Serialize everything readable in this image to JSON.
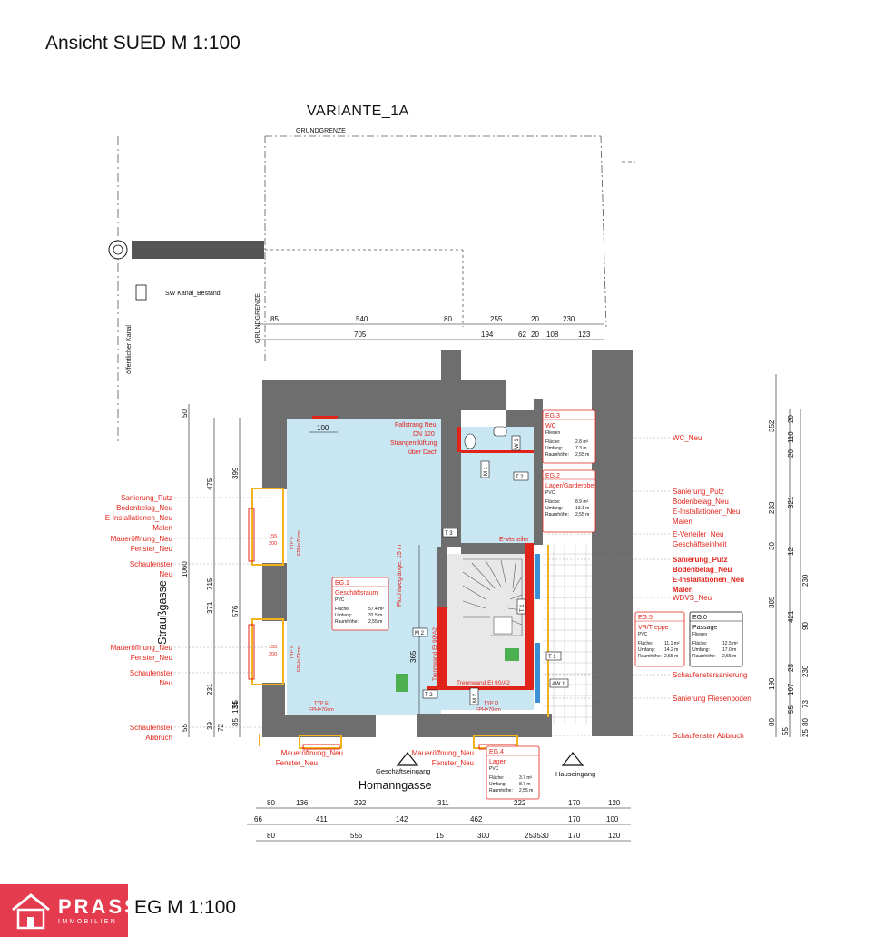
{
  "header": {
    "title": "Ansicht SUED M 1:100",
    "variant": "VARIANTE_1A"
  },
  "footer": {
    "title": "EG M 1:100",
    "logo_brand": "PRASSL",
    "logo_sub": "IMMOBILIEN"
  },
  "site": {
    "grundgrenze_top": "GRUNDGRENZE",
    "grundgrenze_side": "GRUNDGRENZE",
    "kanal": "öffentlicher Kanal",
    "sw_kanal": "SW Kanal_Bestand",
    "street_left": "Straußgasse",
    "street_bottom": "Homanngasse",
    "entrance_shop": "Geschäftseingang",
    "entrance_house": "Hauseingang"
  },
  "dims": {
    "top_row1": [
      "85",
      "540",
      "80",
      "255",
      "20",
      "230"
    ],
    "top_row2": [
      "705",
      "194",
      "62",
      "20",
      "108",
      "123"
    ],
    "bottom_row1": [
      "80",
      "136",
      "292",
      "311",
      "222",
      "170",
      "120"
    ],
    "bottom_row2": [
      "66",
      "411",
      "142",
      "462",
      "170",
      "100"
    ],
    "bottom_row3": [
      "80",
      "555",
      "15",
      "300",
      "253530",
      "170",
      "120"
    ],
    "left_inner": [
      "399",
      "715",
      "576",
      "134"
    ],
    "left_mid": [
      "475",
      "1060",
      "371",
      "231",
      "39"
    ],
    "left_outer": [
      "50",
      "55"
    ],
    "left_small": [
      "55",
      "72",
      "85"
    ],
    "right_outer": [
      "352",
      "233",
      "385",
      "190",
      "80",
      "55"
    ],
    "right_mid": [
      "321",
      "421",
      "107",
      "55"
    ],
    "right_inner": [
      "20",
      "110",
      "20",
      "30",
      "12",
      "230",
      "90",
      "23",
      "230",
      "73",
      "80",
      "25"
    ],
    "inner": [
      "100",
      "365"
    ]
  },
  "labels_left": [
    "Sanierung_Putz",
    "Bodenbelag_Neu",
    "E-Installationen_Neu",
    "Malen",
    "Maueröffnung_Neu",
    "Fenster_Neu",
    "Schaufenster",
    "Neu",
    "Maueröffnung_Neu",
    "Fenster_Neu",
    "Schaufenster",
    "Neu",
    "Schaufenster",
    "Abbruch"
  ],
  "labels_right": {
    "wc": "WC_Neu",
    "group1": [
      "Sanierung_Putz",
      "Bodenbelag_Neu",
      "E-Installationen_Neu",
      "Malen"
    ],
    "everteiler": [
      "E-Verteiler_Neu",
      "Geschäftseinheit"
    ],
    "group2": [
      "Sanierung_Putz",
      "Bodenbelag_Neu",
      "E-Installationen_Neu",
      "Malen"
    ],
    "wdvs": "WDVS_Neu",
    "schaufenstersanierung": "Schaufenstersanierung",
    "fliesenboden": "Sanierung Fliesenboden",
    "abbruch": "Schaufenster Abbruch"
  },
  "labels_bottom": {
    "left": [
      "Maueröffnung_Neu",
      "Fenster_Neu"
    ],
    "mid": [
      "Maueröffnung_Neu",
      "Fenster_Neu"
    ]
  },
  "inner_text": {
    "fallstrang": [
      "Fallstrang Neu",
      "DN 120",
      "Strangentlüftung",
      "über Dach"
    ],
    "everteiler": "E-Verteiler",
    "fluchtweg": "Fluchtweglänge: 15 m",
    "trennwand_v": "Trennwand EI 90/A2",
    "trennwand_h": "Trennwand EI 90/A2",
    "typ_e": "TYP E",
    "fph_e": "FPH=70cm",
    "typ_d": "TYP D",
    "fph_d": "FPH=70cm",
    "typ_f1": "TYP F",
    "fph_f1": "FPH=70cm",
    "typ_f2": "TYP F",
    "fph_f2": "FPH=70cm",
    "win1": [
      "155",
      "200"
    ],
    "win2": [
      "155",
      "200"
    ],
    "door_tags": [
      "T 3",
      "T 2",
      "T 1",
      "M 1",
      "M 2",
      "M 2",
      "T 2",
      "W 1",
      "AW 1",
      "T 1"
    ]
  },
  "rooms": [
    {
      "id": "EG.1",
      "name": "Geschäftsraum",
      "floor": "PVC",
      "flaeche_lbl": "Fläche:",
      "flaeche": "57.4 m²",
      "umfang_lbl": "Umfang:",
      "umfang": "32.5 m",
      "hoehe_lbl": "Raumhöhe:",
      "hoehe": "2,55 m",
      "color": "#e2231a"
    },
    {
      "id": "EG.3",
      "name": "WC",
      "floor": "Fliesen",
      "flaeche_lbl": "Fläche:",
      "flaeche": "2.8 m²",
      "umfang_lbl": "Umfang:",
      "umfang": "7.3 m",
      "hoehe_lbl": "Raumhöhe:",
      "hoehe": "2,55 m",
      "color": "#e2231a"
    },
    {
      "id": "EG.2",
      "name": "Lager/Garderobe",
      "floor": "PVC",
      "flaeche_lbl": "Fläche:",
      "flaeche": "8.9 m²",
      "umfang_lbl": "Umfang:",
      "umfang": "13.1 m",
      "hoehe_lbl": "Raumhöhe:",
      "hoehe": "2,55 m",
      "color": "#e2231a"
    },
    {
      "id": "EG.5",
      "name": "VR/Treppe",
      "floor": "PVC",
      "flaeche_lbl": "Fläche:",
      "flaeche": "11.1 m²",
      "umfang_lbl": "Umfang:",
      "umfang": "14.2 m",
      "hoehe_lbl": "Raumhöhe:",
      "hoehe": "2,55 m",
      "color": "#e2231a"
    },
    {
      "id": "EG.0",
      "name": "Passage",
      "floor": "Fliesen",
      "flaeche_lbl": "Fläche:",
      "flaeche": "12.5 m²",
      "umfang_lbl": "Umfang:",
      "umfang": "17.0 m",
      "hoehe_lbl": "Raumhöhe:",
      "hoehe": "2,55 m",
      "color": "#111111"
    },
    {
      "id": "EG.4",
      "name": "Lager",
      "floor": "PVC",
      "flaeche_lbl": "Fläche:",
      "flaeche": "3.7 m²",
      "umfang_lbl": "Umfang:",
      "umfang": "8.7 m",
      "hoehe_lbl": "Raumhöhe:",
      "hoehe": "2,55 m",
      "color": "#e2231a"
    }
  ],
  "colors": {
    "wall": "#6e6e6e",
    "room": "#c9e6f3",
    "accent": "#e2231a",
    "window": "#f2b21b",
    "wdvs": "#3b8fd6",
    "stair": "#e8e8e8",
    "brand": "#e43b4f"
  }
}
